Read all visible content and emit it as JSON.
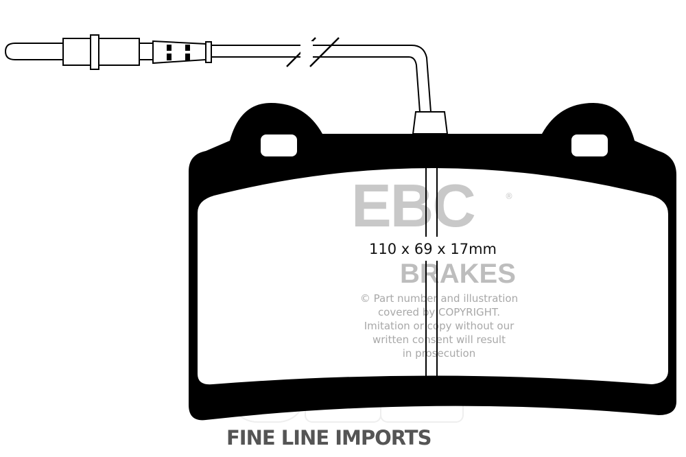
{
  "diagram": {
    "dimensions": "110 x 69 x 17mm",
    "brand_logo": "EBC",
    "brand_registered": "®",
    "brand_sub": "BRAKES",
    "copyright_lines": [
      "© Part number and illustration",
      "covered by COPYRIGHT.",
      "Imitation or copy without our",
      "written consent will result",
      "in prosecution"
    ],
    "footer_brand": "FINE LINE IMPORTS"
  }
}
